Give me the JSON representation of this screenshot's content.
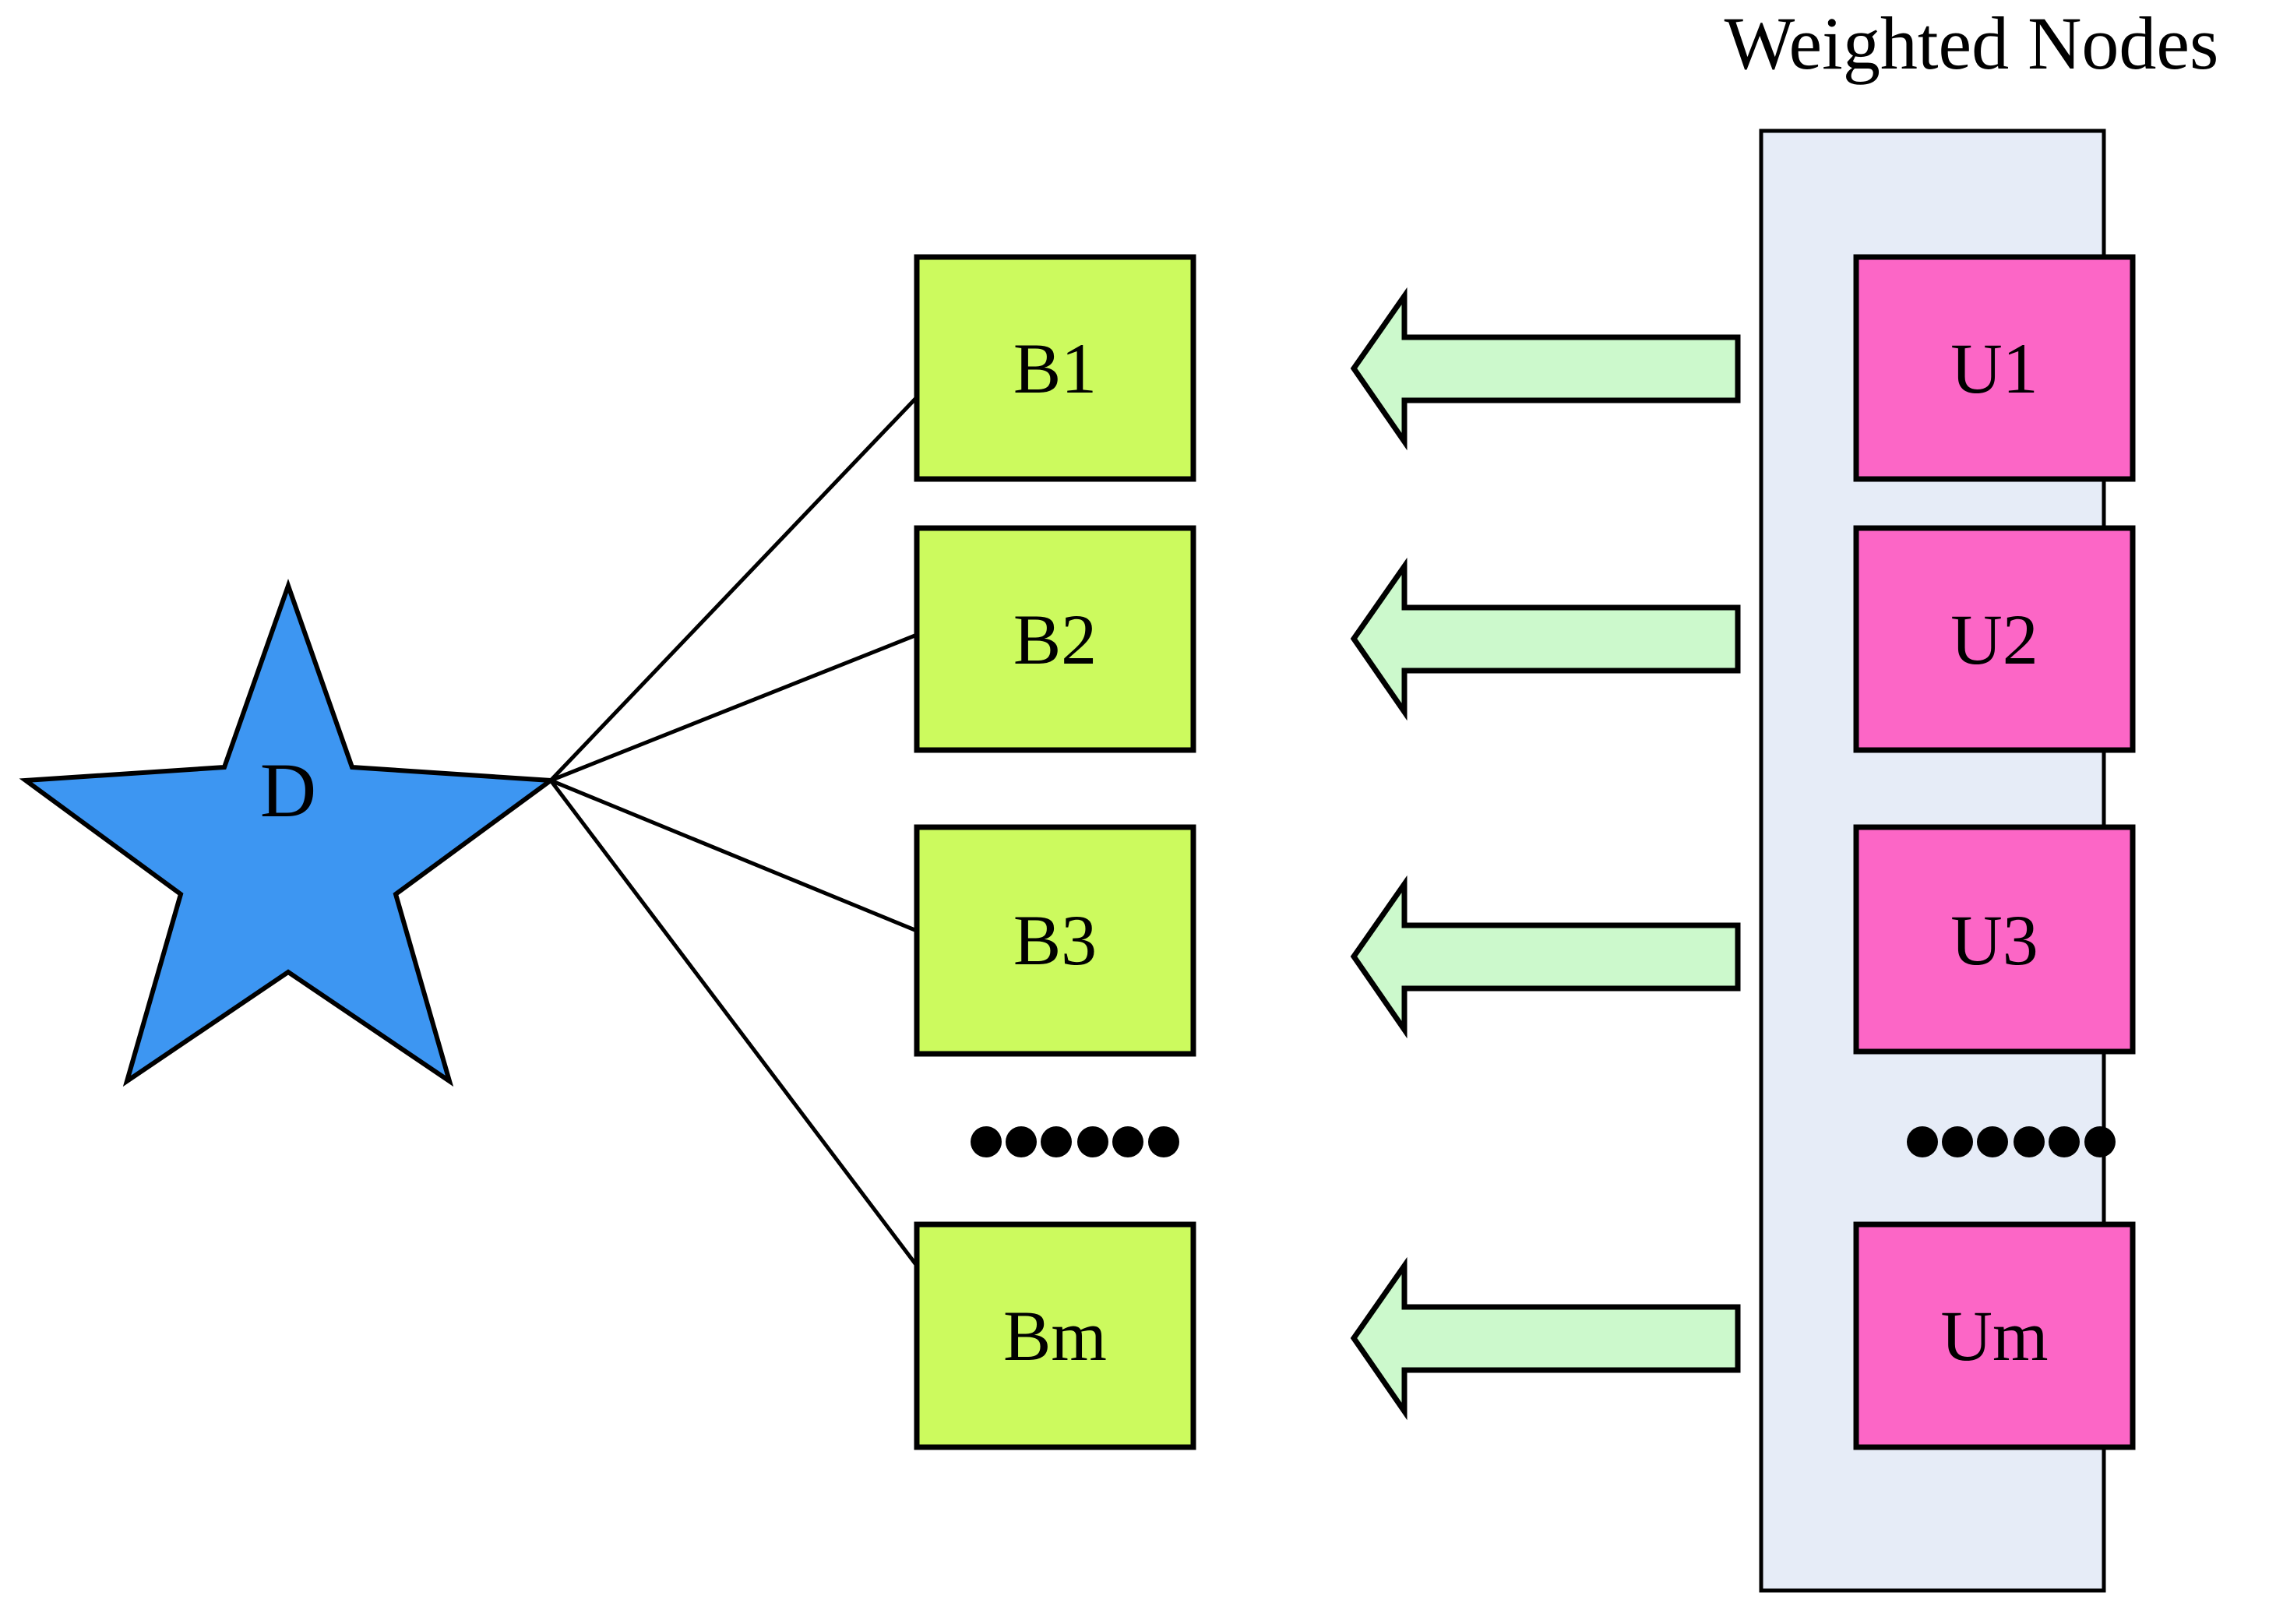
{
  "figure": {
    "kind": "node-weighting-diagram",
    "background_color": "#ffffff"
  },
  "panel": {
    "title": "Weighted Nodes",
    "fill_color": "#e6ecf7",
    "border_color": "#000000"
  },
  "source_node": {
    "label": "D",
    "shape": "star",
    "fill_color": "#3d96f2",
    "border_color": "#000000",
    "points": 5
  },
  "base_nodes": {
    "fill_color": "#ccfa5e",
    "border_color": "#000000",
    "items": [
      {
        "label": "B1"
      },
      {
        "label": "B2"
      },
      {
        "label": "B3"
      },
      {
        "label": "Bm"
      }
    ],
    "ellipsis": "......"
  },
  "weighted_nodes": {
    "fill_color": "#fc66c6",
    "border_color": "#000000",
    "items": [
      {
        "label": "U1"
      },
      {
        "label": "U2"
      },
      {
        "label": "U3"
      },
      {
        "label": "Um"
      }
    ],
    "ellipsis": "......"
  },
  "arrows": {
    "direction": "left",
    "fill_color": "#ccf9cc",
    "border_color": "#000000",
    "count": 4
  },
  "edges": {
    "color": "#000000",
    "count": 4,
    "from": "D",
    "to": [
      "B1",
      "B2",
      "B3",
      "Bm"
    ]
  }
}
